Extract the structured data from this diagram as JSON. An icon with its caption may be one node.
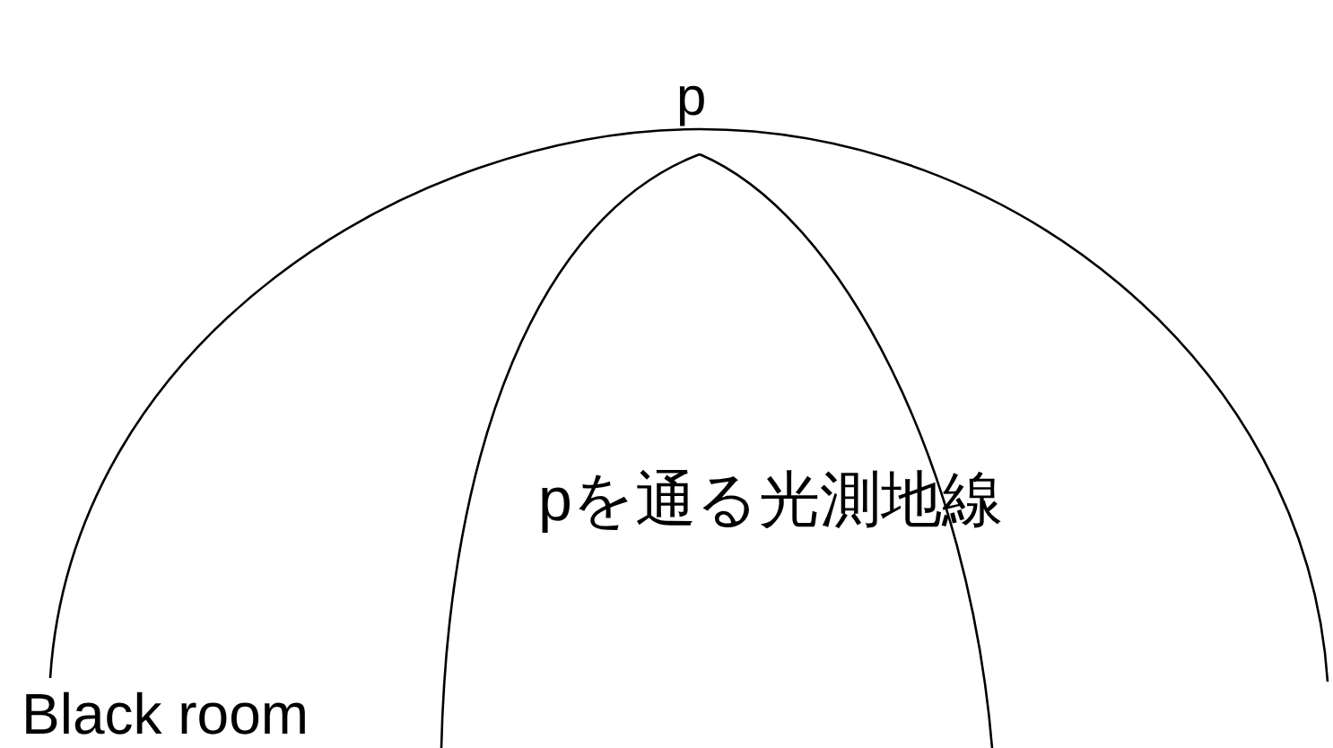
{
  "diagram": {
    "labels": [
      "p",
      "pを通る光測地線",
      "Black room"
    ]
  }
}
